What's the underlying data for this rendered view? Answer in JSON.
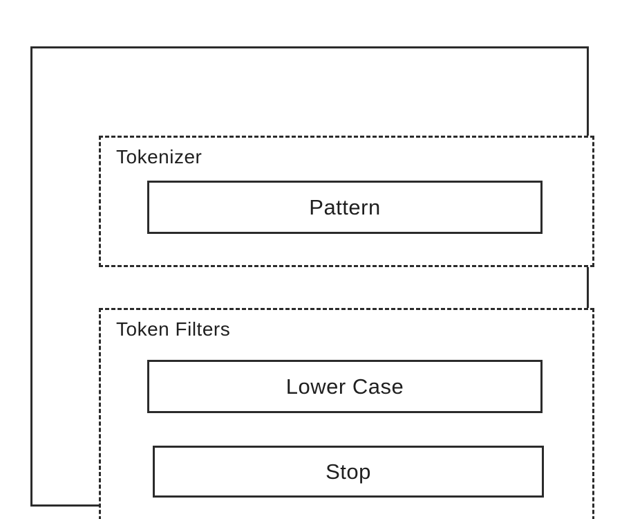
{
  "diagram": {
    "type": "analyzer-pipeline",
    "groups": [
      {
        "label": "Tokenizer",
        "nodes": [
          {
            "label": "Pattern"
          }
        ]
      },
      {
        "label": "Token Filters",
        "nodes": [
          {
            "label": "Lower Case"
          },
          {
            "label": "Stop"
          }
        ]
      }
    ],
    "colors": {
      "line": "#2b2b2b",
      "text": "#1f1f1f",
      "background": "#ffffff"
    }
  }
}
